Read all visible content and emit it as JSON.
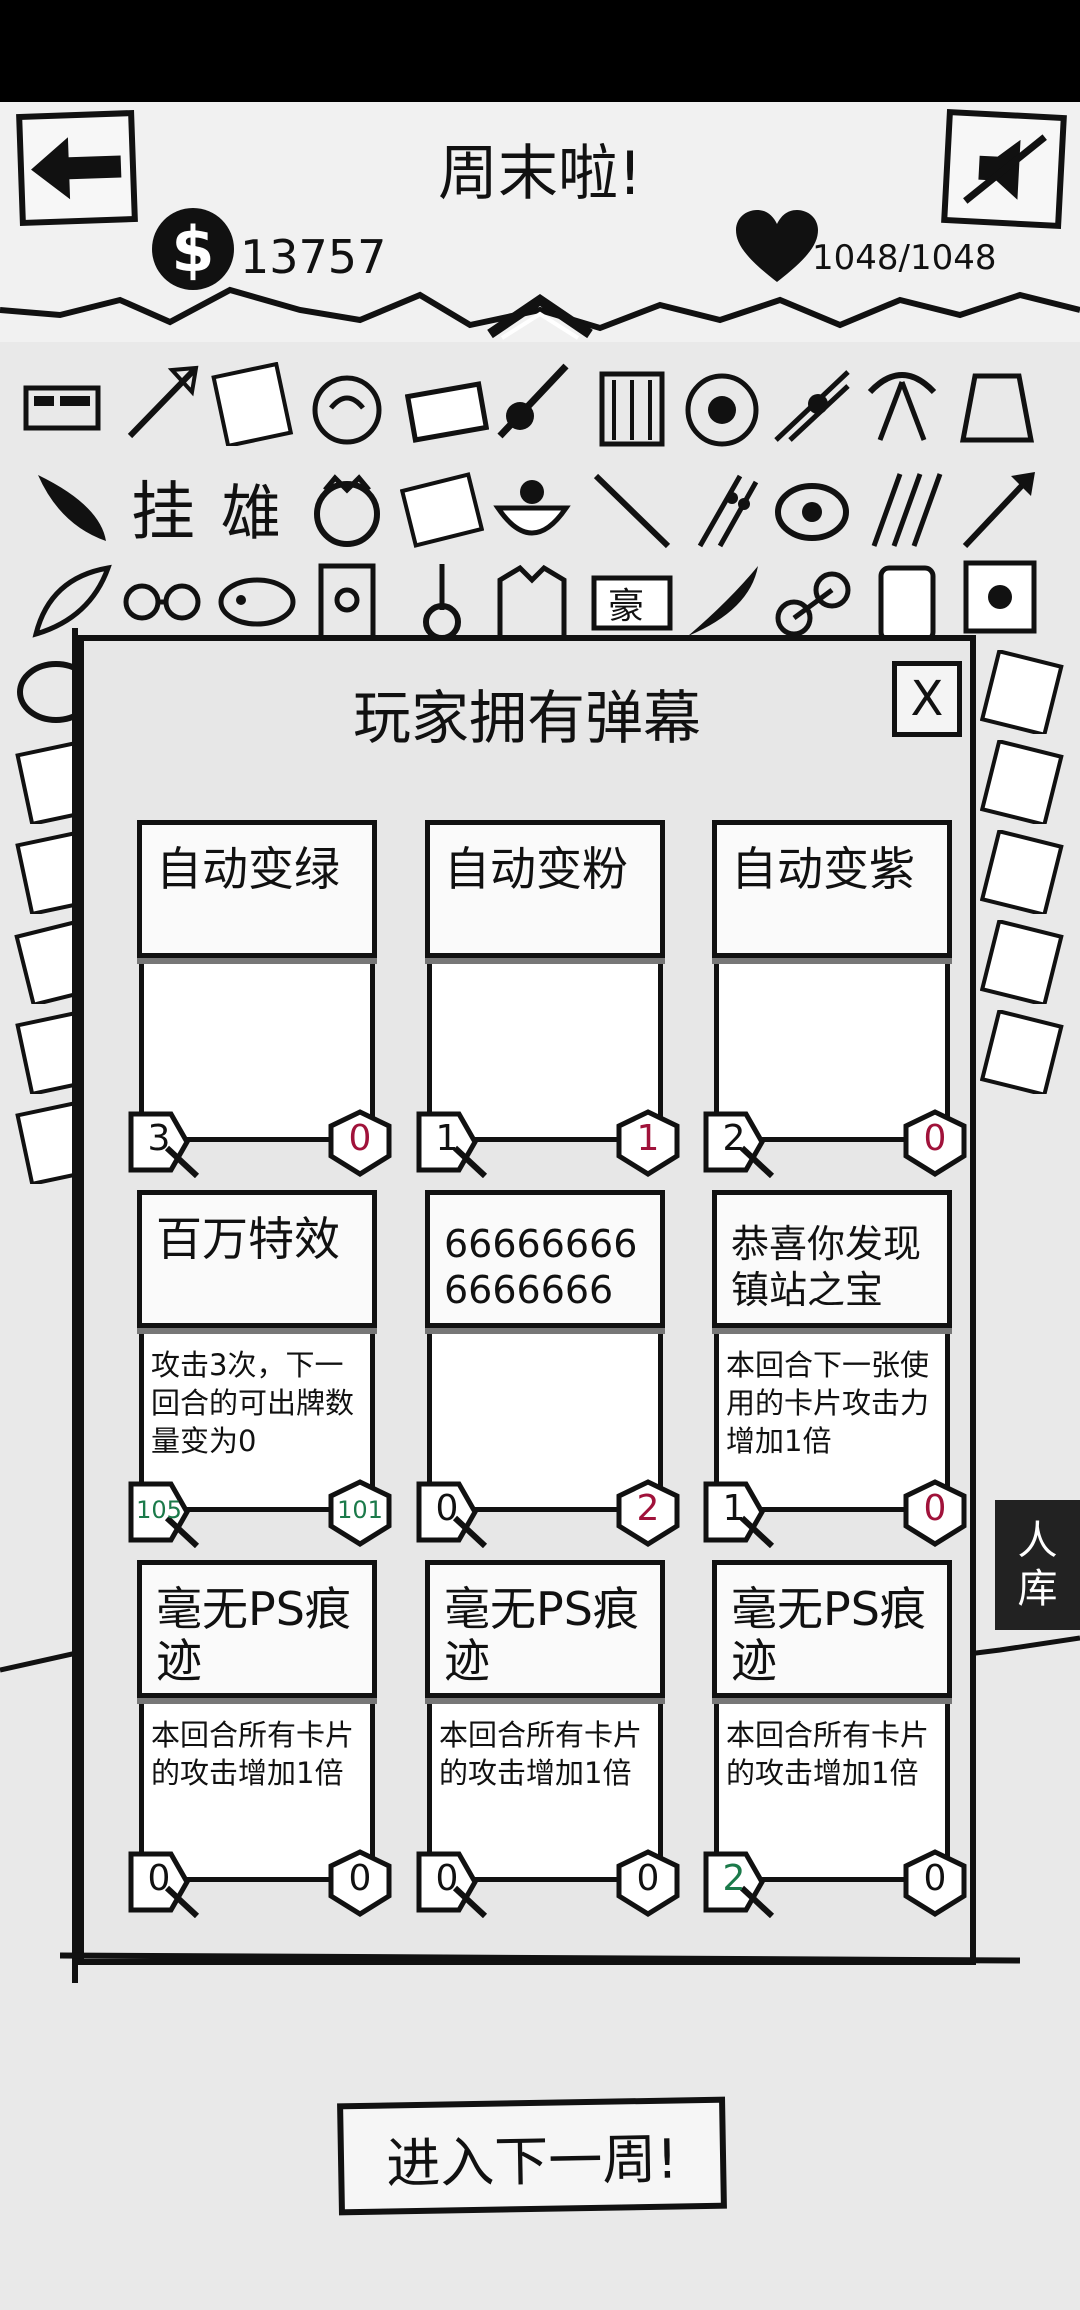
{
  "header": {
    "title": "周末啦!",
    "money": "13757",
    "hp": "1048/1048"
  },
  "side_button": {
    "label": "人\n库"
  },
  "dialog": {
    "title": "玩家拥有弹幕",
    "close_label": "X",
    "cards": [
      {
        "name": "自动变绿",
        "desc": "",
        "left": "3",
        "right": "0",
        "left_color": "#111111",
        "right_color": "#a0123a"
      },
      {
        "name": "自动变粉",
        "desc": "",
        "left": "1",
        "right": "1",
        "left_color": "#111111",
        "right_color": "#a0123a"
      },
      {
        "name": "自动变紫",
        "desc": "",
        "left": "2",
        "right": "0",
        "left_color": "#111111",
        "right_color": "#a0123a"
      },
      {
        "name": "百万特效",
        "desc": "攻击3次，下一回合的可出牌数量变为0",
        "left": "105",
        "right": "101",
        "left_color": "#1b7a4a",
        "right_color": "#1b7a4a"
      },
      {
        "name": "666666666666666",
        "desc": "",
        "left": "0",
        "right": "2",
        "left_color": "#111111",
        "right_color": "#a0123a"
      },
      {
        "name": "恭喜你发现镇站之宝",
        "desc": "本回合下一张使用的卡片攻击力增加1倍",
        "left": "1",
        "right": "0",
        "left_color": "#111111",
        "right_color": "#a0123a"
      },
      {
        "name": "毫无PS痕迹",
        "desc": "本回合所有卡片的攻击增加1倍",
        "left": "0",
        "right": "0",
        "left_color": "#111111",
        "right_color": "#111111"
      },
      {
        "name": "毫无PS痕迹",
        "desc": "本回合所有卡片的攻击增加1倍",
        "left": "0",
        "right": "0",
        "left_color": "#111111",
        "right_color": "#111111"
      },
      {
        "name": "毫无PS痕迹",
        "desc": "本回合所有卡片的攻击增加1倍",
        "left": "2",
        "right": "0",
        "left_color": "#1b7a4a",
        "right_color": "#111111"
      }
    ]
  },
  "footer": {
    "next_week_label": "进入下一周!"
  }
}
